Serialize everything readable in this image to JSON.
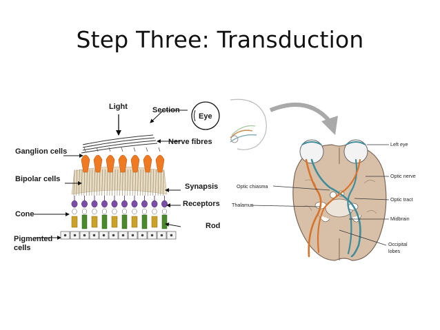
{
  "slide": {
    "title": "Step Three: Transduction"
  },
  "retina": {
    "labels": {
      "light": "Light",
      "section": "Section",
      "eye": "Eye",
      "nerve_fibres": "Nerve fibres",
      "ganglion": "Ganglion cells",
      "bipolar": "Bipolar cells",
      "synapsis": "Synapsis",
      "receptors": "Receptors",
      "cone": "Cone",
      "rod": "Rod",
      "pigmented_1": "Pigmented",
      "pigmented_2": "cells"
    },
    "colors": {
      "ganglion": "#f07a22",
      "bipolar": "#e8dcc4",
      "receptor": "#7a4ea6",
      "cone": "#c9a227",
      "rod": "#4a8a2c"
    }
  },
  "brain": {
    "labels": {
      "left_eye": "Left eye",
      "optic_nerve": "Optic nerve",
      "optic_chiasma": "Optic chiasma",
      "optic_tract": "Optic tract",
      "thalamus": "Thalamus",
      "midbrain": "Midbrain",
      "occipital_1": "Occipital",
      "occipital_2": "lobes"
    },
    "colors": {
      "tissue": "#d8c0a8",
      "left_pathway": "#d9732a",
      "right_pathway": "#3e8c9c"
    }
  }
}
